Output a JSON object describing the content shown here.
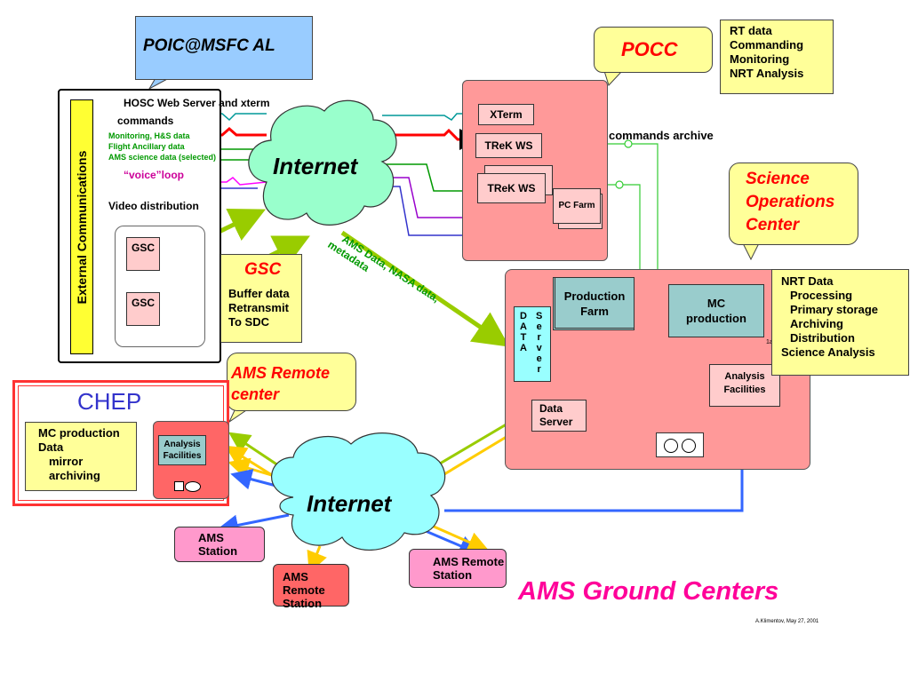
{
  "poic": {
    "label": "POIC@MSFC  AL"
  },
  "pocc": {
    "label": "POCC"
  },
  "rt_note": {
    "lines": [
      "RT data",
      "Commanding",
      "Monitoring",
      "NRT Analysis"
    ]
  },
  "hosc": {
    "web_server": "HOSC Web Server and xterm",
    "commands": "commands",
    "monitoring": "Monitoring, H&S data",
    "flight": "Flight Ancillary data",
    "science": "AMS science data (selected)",
    "voice": "“voice”loop",
    "video": "Video distribution",
    "ext_comm": "External Communications",
    "gsc1": "GSC",
    "gsc2": "GSC"
  },
  "internet_top": "Internet",
  "internet_bottom": "Internet",
  "gsc_note": {
    "title": "GSC",
    "lines": [
      "Buffer data",
      "Retransmit",
      "To SDC"
    ]
  },
  "pocc_box": {
    "xterm": "XTerm",
    "trek1": "TReK WS",
    "trek2": "TReK WS",
    "pcfarm": "PC Farm",
    "commands_archive": "commands archive"
  },
  "ams_data_link": {
    "line1": "AMS Data, NASA data,",
    "line2": "metadata"
  },
  "soc": {
    "lines": [
      "Science",
      "Operations",
      "Center"
    ]
  },
  "nrt_note": {
    "lines": [
      "NRT Data",
      "Processing",
      "Primary storage",
      "Archiving",
      "Distribution",
      "Science Analysis"
    ]
  },
  "soc_box": {
    "production_farm": [
      "Production",
      "Farm"
    ],
    "mc_production": [
      "MC",
      "production"
    ],
    "data_server_vertical": [
      "D",
      "A",
      "T",
      "A"
    ],
    "server_vertical": [
      "S",
      "e",
      "r",
      "v",
      "e",
      "r"
    ],
    "data_server": [
      "Data",
      "Server"
    ],
    "analysis": [
      "Analysis",
      "Facilities"
    ],
    "tiny_label": "1a"
  },
  "ams_remote_center": {
    "lines": [
      "AMS Remote",
      "center"
    ]
  },
  "chep": {
    "title": "CHEP",
    "note_lines": [
      "MC production",
      "Data",
      "mirror",
      "archiving"
    ],
    "analysis": [
      "Analysis",
      "Facilities"
    ]
  },
  "stations": {
    "ams_station": [
      "AMS",
      "Station"
    ],
    "remote_station_left": [
      "AMS Remote",
      "Station"
    ],
    "remote_station_right": [
      "AMS Remote",
      "Station"
    ]
  },
  "footer": {
    "title": "AMS Ground Centers",
    "credit": "A.Klimentov, May 27, 2001"
  },
  "colors": {
    "pink_box": "#ff9999",
    "light_pink": "#ffcccc",
    "cyan": "#99ffff",
    "note_yellow": "#ffff99",
    "callout_blue": "#99ccff",
    "green_arrow": "#99cc00",
    "magenta": "#ff00ff",
    "red": "#ff0000"
  }
}
